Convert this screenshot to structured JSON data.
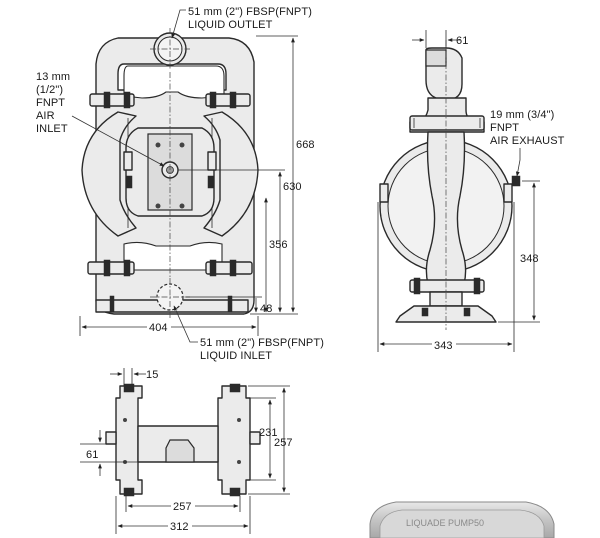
{
  "labels": {
    "outlet_line1": "51 mm (2\") FBSP(FNPT)",
    "outlet_line2": "LIQUID OUTLET",
    "air_inlet_l1": "13 mm",
    "air_inlet_l2": "(1/2\")",
    "air_inlet_l3": "FNPT",
    "air_inlet_l4": "AIR",
    "air_inlet_l5": "INLET",
    "exhaust_l1": "19 mm (3/4\")",
    "exhaust_l2": "FNPT",
    "exhaust_l3": "AIR EXHAUST",
    "inlet_line1": "51 mm (2\") FBSP(FNPT)",
    "inlet_line2": "LIQUID INLET",
    "nameplate": "LIQUADE PUMP50"
  },
  "dimensions": {
    "front_height_total": "668",
    "front_height_air": "630",
    "front_height_mid": "356",
    "front_height_base": "48",
    "front_width": "404",
    "side_top_offset": "61",
    "side_exhaust_height": "348",
    "side_width": "343",
    "base_slot": "15",
    "base_depth_inner": "231",
    "base_depth_outer": "257",
    "base_side": "61",
    "base_width_inner": "257",
    "base_width_outer": "312"
  },
  "colors": {
    "outline": "#2a2a2a",
    "fill": "#ebebeb"
  }
}
